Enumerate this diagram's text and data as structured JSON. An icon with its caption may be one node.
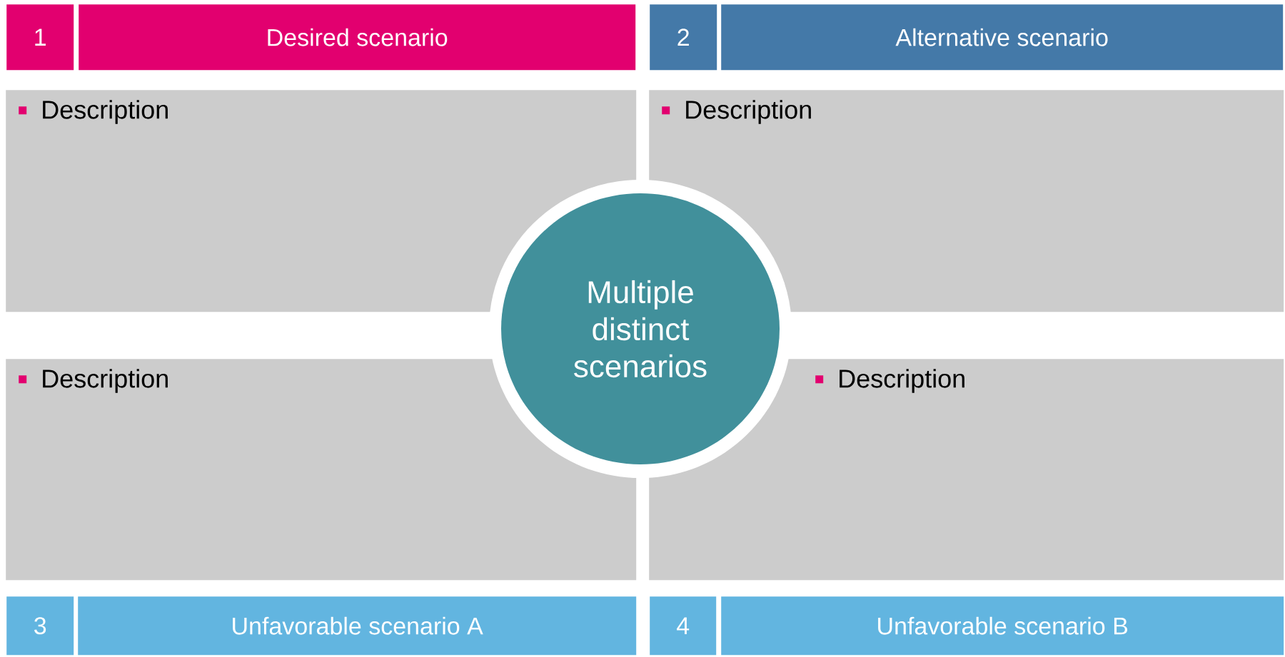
{
  "diagram": {
    "nodes": [
      {
        "text": [
          "1"
        ]
      },
      {
        "text": [
          "Desired scenario"
        ]
      },
      {
        "text": [
          "2"
        ]
      },
      {
        "text": [
          "Alternative scenario"
        ]
      },
      {
        "text": [
          "Description"
        ]
      },
      {
        "text": [
          "Description"
        ]
      },
      {
        "text": [
          "Description"
        ]
      },
      {
        "text": [
          "Description"
        ]
      },
      {
        "text": [
          "Multiple distinct scenarios"
        ]
      },
      {
        "text": [
          "3"
        ]
      },
      {
        "text": [
          "Unfavorable scenario A"
        ]
      },
      {
        "text": [
          "4"
        ]
      },
      {
        "text": [
          "Unfavorable scenario B"
        ]
      }
    ]
  }
}
